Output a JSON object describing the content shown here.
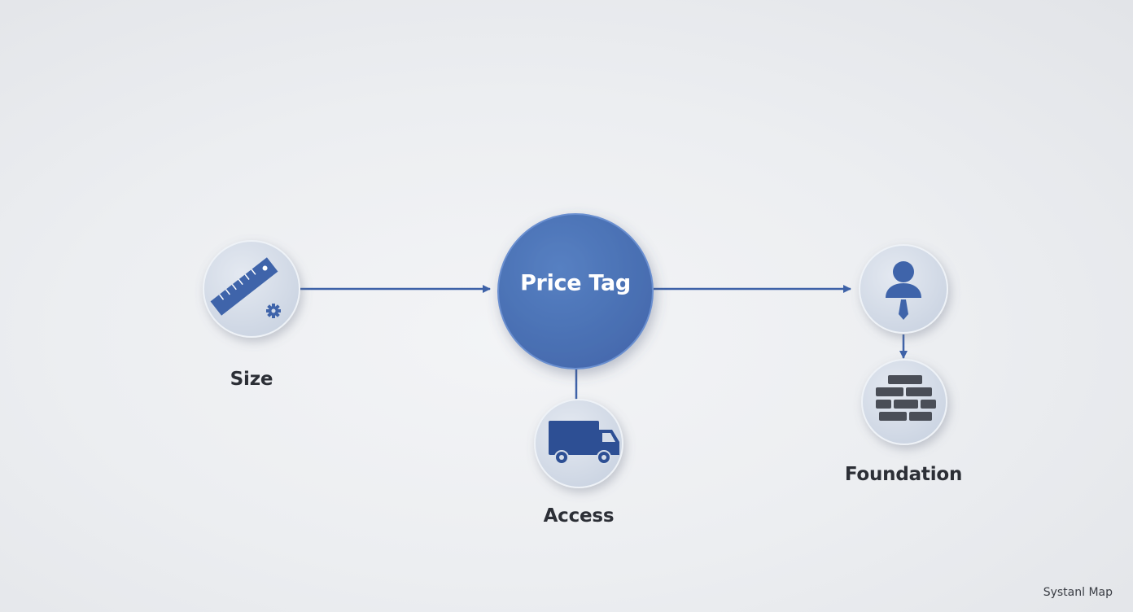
{
  "diagram": {
    "center_node": {
      "label": "Price Tag",
      "icon": "none"
    },
    "nodes": [
      {
        "id": "size",
        "label": "Size",
        "icon": "ruler-gear-icon"
      },
      {
        "id": "access",
        "label": "Access",
        "icon": "truck-icon"
      },
      {
        "id": "person",
        "label": "",
        "icon": "person-icon"
      },
      {
        "id": "foundation",
        "label": "Foundation",
        "icon": "brick-wall-icon"
      }
    ],
    "edges": [
      {
        "from": "size",
        "to": "center",
        "arrow": "end"
      },
      {
        "from": "center",
        "to": "access",
        "arrow": "none"
      },
      {
        "from": "center",
        "to": "person",
        "arrow": "end"
      },
      {
        "from": "person",
        "to": "foundation",
        "arrow": "end"
      }
    ]
  },
  "colors": {
    "accent_blue": "#4c71b5",
    "line_blue": "#3e62a8",
    "icon_blue": "#3f64aa",
    "node_fill": "#d5dde9",
    "brick_gray": "#4a4e57"
  },
  "footer": {
    "watermark": "Systanl Map"
  }
}
